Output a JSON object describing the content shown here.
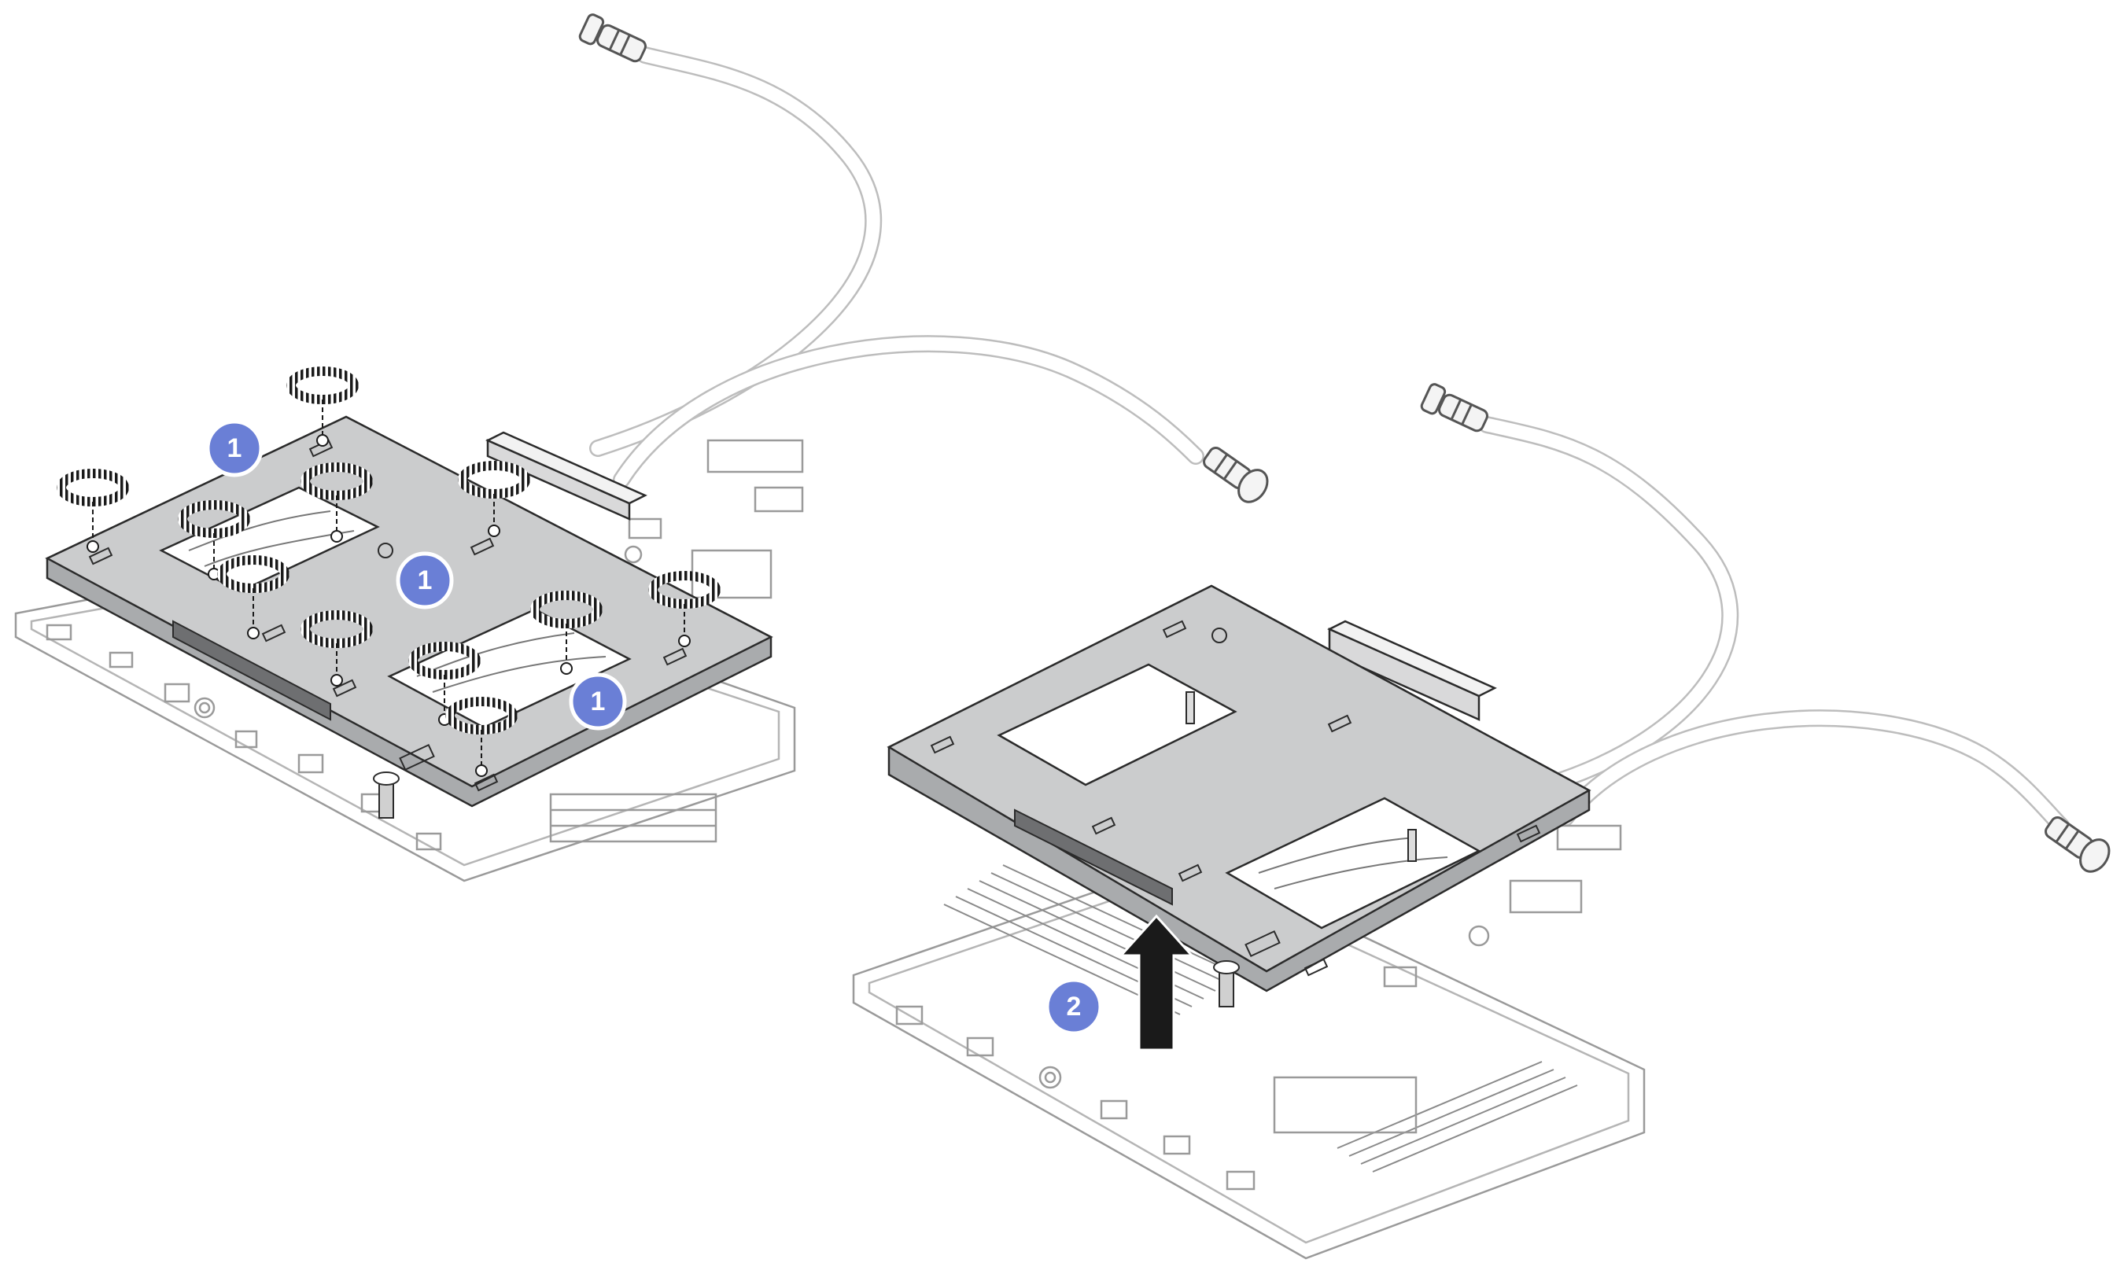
{
  "callouts": [
    {
      "id": "step-1-a",
      "label": "1"
    },
    {
      "id": "step-1-b",
      "label": "1"
    },
    {
      "id": "step-1-c",
      "label": "1"
    },
    {
      "id": "step-2",
      "label": "2"
    }
  ],
  "colors": {
    "callout_fill": "#6a7fd6",
    "callout_ring": "#ffffff",
    "plate_fill": "#c9cacc",
    "line": "#2b2b2b",
    "board_line": "#9a9a9a",
    "hose": "#b9b9b9",
    "arrow": "#1a1a1a"
  }
}
